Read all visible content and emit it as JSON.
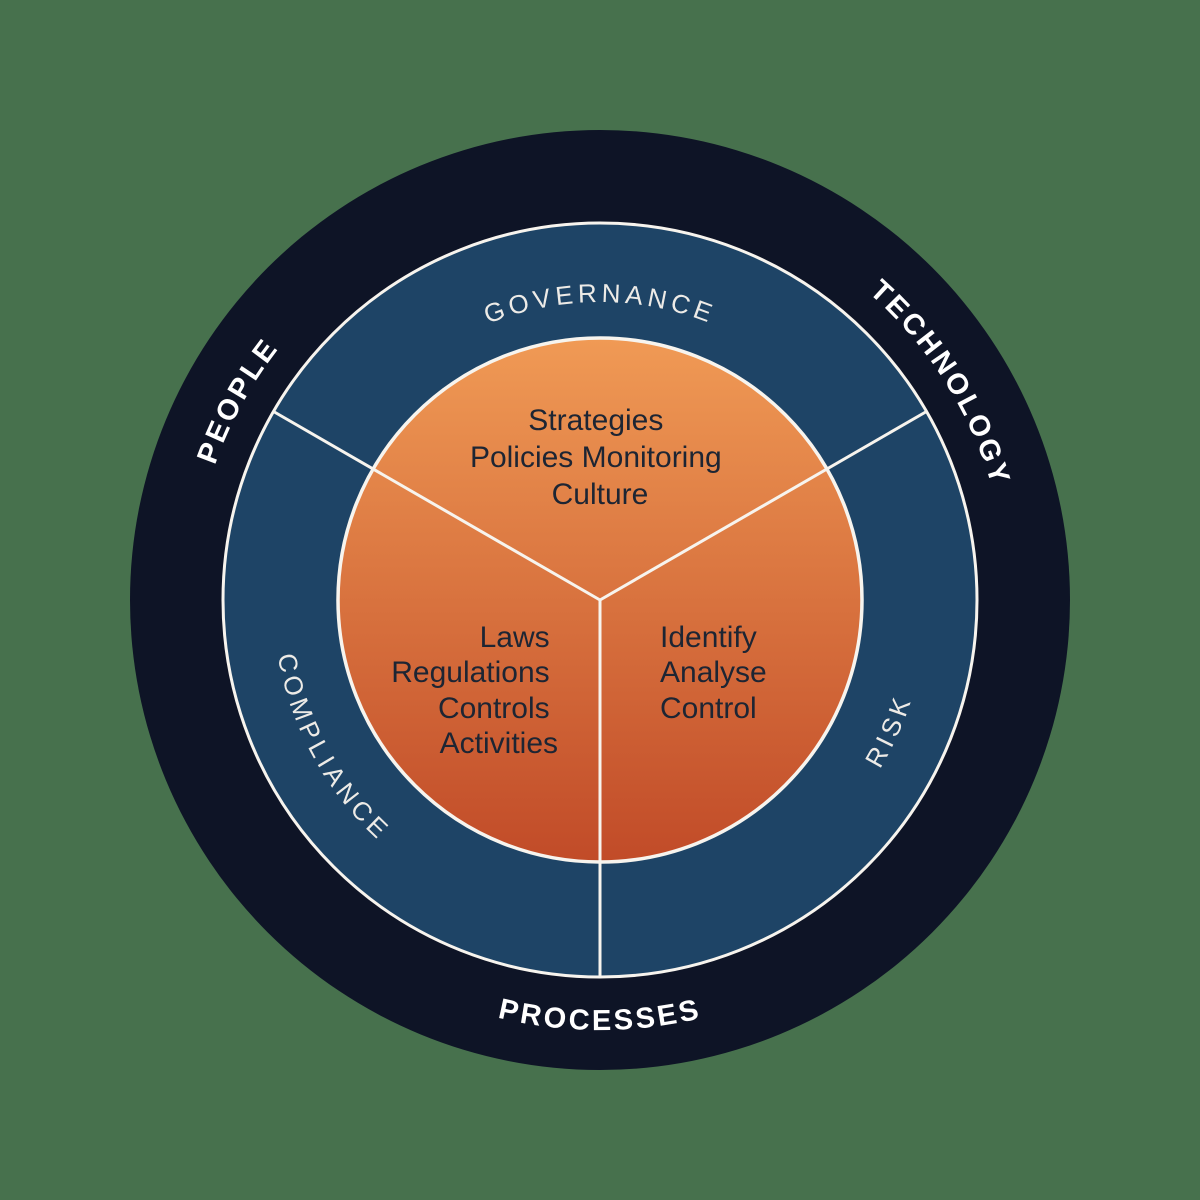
{
  "diagram_name": "governance-risk-compliance-wheel",
  "colors": {
    "background": "#47714D",
    "outer_ring": "#0E1426",
    "middle_ring": "#1E4466",
    "inner_gradient_top": "#F09A55",
    "inner_gradient_bottom": "#C14B28",
    "divider_line": "#F7F4EE",
    "segment_text": "#1D2533",
    "ring_label_text": "#EDEBE7",
    "outer_label_text": "#FFFFFF"
  },
  "outer_ring": {
    "people": "PEOPLE",
    "technology": "TECHNOLOGY",
    "processes": "PROCESSES"
  },
  "middle_ring": {
    "governance": "GOVERNANCE",
    "risk": "RISK",
    "compliance": "COMPLIANCE"
  },
  "inner_circle": {
    "governance_items": {
      "line1": "Strategies",
      "line2": "Policies Monitoring",
      "line3": "Culture"
    },
    "compliance_items": {
      "line1": "Laws",
      "line2": "Regulations",
      "line3": "Controls",
      "line4": "Activities"
    },
    "risk_items": {
      "line1": "Identify",
      "line2": "Analyse",
      "line3": "Control"
    }
  }
}
